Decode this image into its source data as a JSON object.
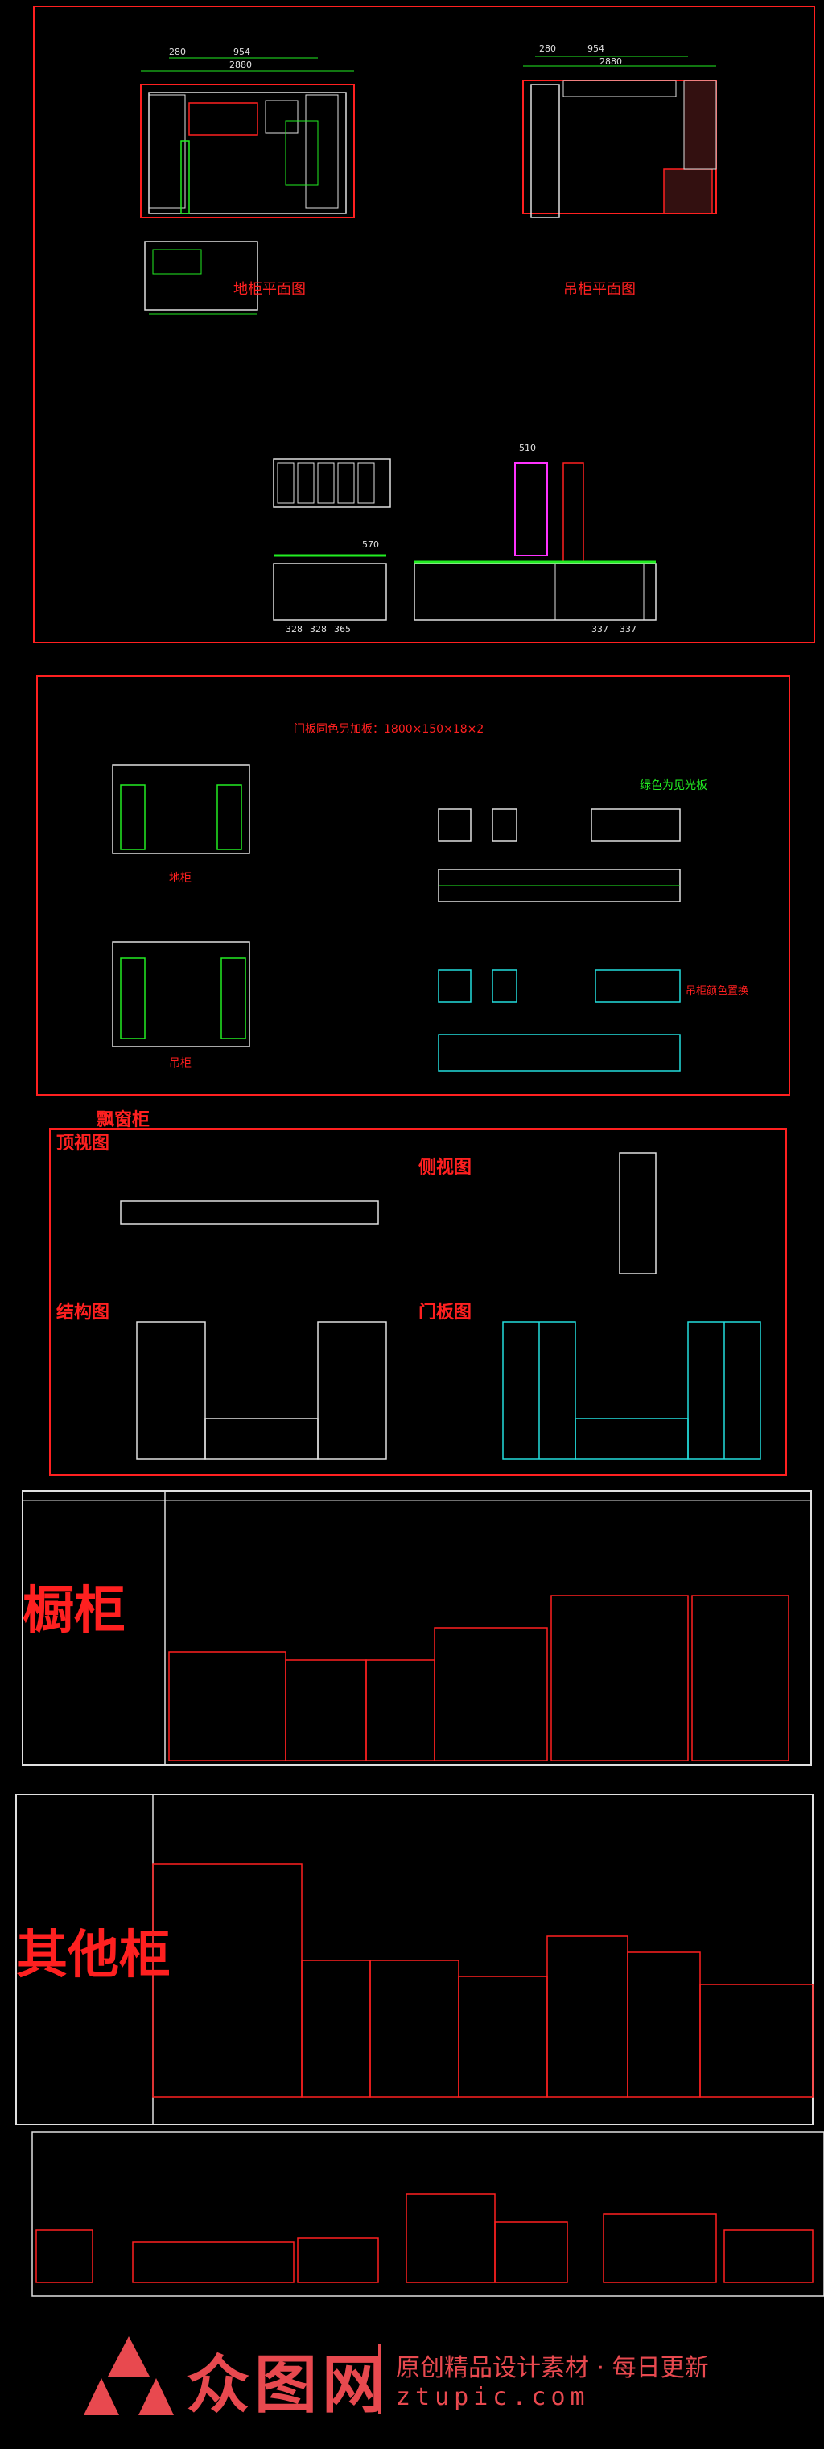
{
  "sheet1": {
    "base_plan_label": "地柜平面图",
    "wall_plan_label": "吊柜平面图",
    "dims_left": [
      "280",
      "954",
      "2880"
    ],
    "dims_right": [
      "280",
      "954",
      "2880"
    ],
    "elevation_dims": [
      "510",
      "570",
      "328",
      "328",
      "365",
      "337",
      "337"
    ]
  },
  "sheet2": {
    "note": "门板同色另加板：1800×150×18×2",
    "green_note": "绿色为见光板",
    "base_label": "地柜",
    "wall_label": "吊柜",
    "red_note": "吊柜颜色置换"
  },
  "sheet3": {
    "title": "飘窗柜",
    "top_view": "顶视图",
    "side_view": "侧视图",
    "structure": "结构图",
    "door_panel": "门板图"
  },
  "sheet4": {
    "title": "橱柜"
  },
  "sheet5": {
    "title": "其他柜"
  },
  "footer": {
    "brand": "众图网",
    "slogan": "原创精品设计素材 · 每日更新",
    "domain": "ztupic.com"
  },
  "colors": {
    "frame_red": "#ff2020",
    "cad_green": "#22ee22",
    "cad_white": "#e0e0e0",
    "cad_cyan": "#22dddd",
    "cad_magenta": "#ff33ff",
    "brand_red": "#e8494f"
  }
}
